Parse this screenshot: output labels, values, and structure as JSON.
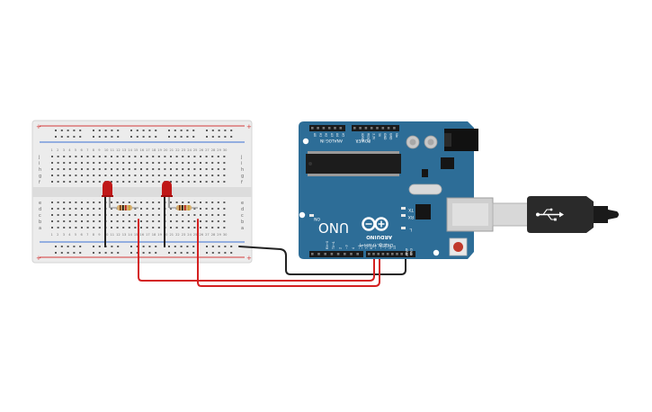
{
  "colors": {
    "background": "#ffffff",
    "breadboard": "#ececec",
    "breadboard_hole": "#5a5a5a",
    "rail_red": "#d33a3a",
    "rail_blue": "#3a6fd3",
    "arduino_board": "#2d6d97",
    "arduino_text": "#ffffff",
    "header_black": "#1a1a1a",
    "wire_red": "#d42020",
    "wire_black": "#222222",
    "led_red": "#c01818",
    "resistor_body": "#d6b072",
    "usb_cable": "#2a2a2a",
    "usb_metal": "#d8d8d8"
  },
  "breadboard": {
    "row_letters_top": [
      "j",
      "i",
      "h",
      "g",
      "f"
    ],
    "row_letters_bottom": [
      "e",
      "d",
      "c",
      "b",
      "a"
    ],
    "column_numbers": [
      "1",
      "2",
      "3",
      "4",
      "5",
      "6",
      "7",
      "8",
      "9",
      "10",
      "11",
      "12",
      "13",
      "14",
      "15",
      "16",
      "17",
      "18",
      "19",
      "20",
      "21",
      "22",
      "23",
      "24",
      "25",
      "26",
      "27",
      "28",
      "29",
      "30"
    ],
    "rail_plus": "+",
    "rail_minus": "-"
  },
  "arduino": {
    "model_label": "UNO",
    "brand_label": "ARDUINO",
    "digital_label": "DIGITAL (PWM~)",
    "analog_label": "ANALOG IN",
    "power_label": "POWER",
    "on_label": "ON",
    "tx_label": "TX",
    "rx_label": "RX",
    "l_label": "L",
    "aref_label": "AREF",
    "gnd_label": "GND",
    "digital_pins": [
      "13",
      "12",
      "~11",
      "~10",
      "~9",
      "8",
      "7",
      "~6",
      "~5",
      "4",
      "~3",
      "2",
      "TX→1",
      "RX←0"
    ],
    "analog_pins": [
      "A0",
      "A1",
      "A2",
      "A3",
      "A4",
      "A5"
    ],
    "power_pins": [
      "IOREF",
      "RESET",
      "3.3V",
      "5V",
      "GND",
      "GND",
      "Vin"
    ]
  },
  "components": {
    "leds": [
      "led-1",
      "led-2"
    ],
    "resistors": [
      "resistor-1",
      "resistor-2"
    ],
    "usb": "usb-cable"
  }
}
